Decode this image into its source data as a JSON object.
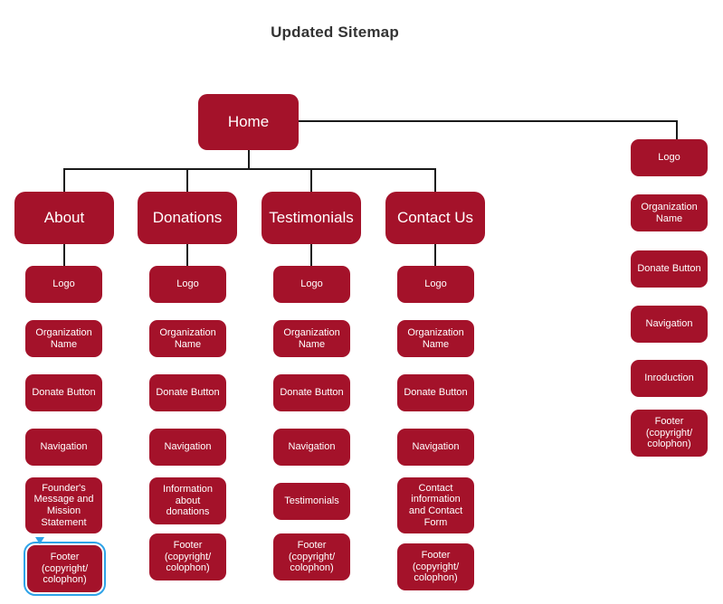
{
  "title": "Updated Sitemap",
  "colors": {
    "node_fill": "#A4122A",
    "node_text": "#FFFFFF",
    "selection": "#2EA3E8",
    "connector": "#1A1A1A",
    "background": "#FFFFFF",
    "title_text": "#333333"
  },
  "chart_data": {
    "type": "diagram",
    "title": "Updated Sitemap",
    "root": "Home",
    "columns": [
      {
        "parent": "About",
        "children": [
          "Logo",
          "Organization Name",
          "Donate Button",
          "Navigation",
          "Founder's Message and Mission Statement",
          "Footer (copyright/colophon)"
        ]
      },
      {
        "parent": "Donations",
        "children": [
          "Logo",
          "Organization Name",
          "Donate Button",
          "Navigation",
          "Information about donations",
          "Footer (copyright/colophon)"
        ]
      },
      {
        "parent": "Testimonials",
        "children": [
          "Logo",
          "Organization Name",
          "Donate Button",
          "Navigation",
          "Testimonials",
          "Footer (copyright/colophon)"
        ]
      },
      {
        "parent": "Contact Us",
        "children": [
          "Logo",
          "Organization Name",
          "Donate Button",
          "Navigation",
          "Contact information and Contact Form",
          "Footer (copyright/colophon)"
        ]
      },
      {
        "parent": "Home",
        "children": [
          "Logo",
          "Organization Name",
          "Donate Button",
          "Navigation",
          "Inroduction",
          "Footer (copyright/colophon)"
        ]
      }
    ],
    "selected_node": "Footer (copyright/colophon)"
  },
  "root": {
    "label": "Home"
  },
  "branches": {
    "about": {
      "label": "About",
      "children": [
        {
          "label": "Logo"
        },
        {
          "label": "Organization\nName"
        },
        {
          "label": "Donate Button"
        },
        {
          "label": "Navigation"
        },
        {
          "label": "Founder's\nMessage and\nMission\nStatement"
        },
        {
          "label": "Footer\n(copyright/\ncolophon)"
        }
      ]
    },
    "donations": {
      "label": "Donations",
      "children": [
        {
          "label": "Logo"
        },
        {
          "label": "Organization\nName"
        },
        {
          "label": "Donate Button"
        },
        {
          "label": "Navigation"
        },
        {
          "label": "Information\nabout\ndonations"
        },
        {
          "label": "Footer\n(copyright/\ncolophon)"
        }
      ]
    },
    "testimonials": {
      "label": "Testimonials",
      "children": [
        {
          "label": "Logo"
        },
        {
          "label": "Organization\nName"
        },
        {
          "label": "Donate Button"
        },
        {
          "label": "Navigation"
        },
        {
          "label": "Testimonials"
        },
        {
          "label": "Footer\n(copyright/\ncolophon)"
        }
      ]
    },
    "contact": {
      "label": "Contact Us",
      "children": [
        {
          "label": "Logo"
        },
        {
          "label": "Organization\nName"
        },
        {
          "label": "Donate Button"
        },
        {
          "label": "Navigation"
        },
        {
          "label": "Contact\ninformation\nand Contact\nForm"
        },
        {
          "label": "Footer\n(copyright/\ncolophon)"
        }
      ]
    },
    "global": {
      "children": [
        {
          "label": "Logo"
        },
        {
          "label": "Organization\nName"
        },
        {
          "label": "Donate Button"
        },
        {
          "label": "Navigation"
        },
        {
          "label": "Inroduction"
        },
        {
          "label": "Footer\n(copyright/\ncolophon)"
        }
      ]
    }
  }
}
